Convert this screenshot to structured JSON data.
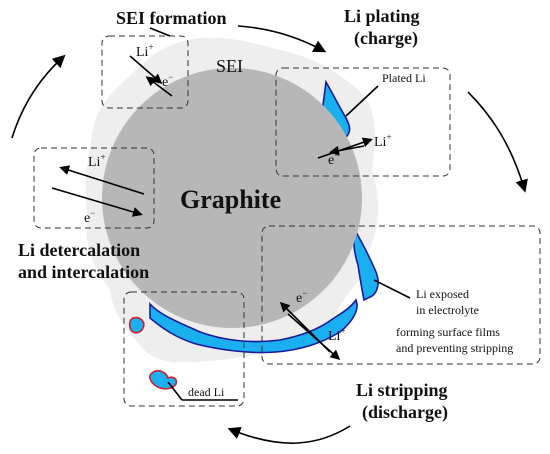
{
  "labels": {
    "sei_formation": "SEI formation",
    "li_plating_line1": "Li plating",
    "li_plating_line2": "(charge)",
    "sei": "SEI",
    "graphite": "Graphite",
    "plated_li": "Plated Li",
    "li_detercalation_line1": "Li detercalation",
    "li_detercalation_line2": "and intercalation",
    "li_exposed_line1": "Li exposed",
    "li_exposed_line2": "in electrolyte",
    "forming_line1": "forming surface films",
    "forming_line2": "and preventing stripping",
    "dead_li": "dead Li",
    "li_stripping_line1": "Li stripping",
    "li_stripping_line2": "(discharge)"
  },
  "ions": {
    "li": "Li",
    "li_charge": "+",
    "e": "e",
    "e_charge": "−"
  },
  "colors": {
    "sei": "#eeeeee",
    "graphite": "#b7b7b7",
    "plated_li_fill": "#1ab0f0",
    "plated_li_edge": "#1a1a9a",
    "dead_li_edge": "#d0202a"
  }
}
